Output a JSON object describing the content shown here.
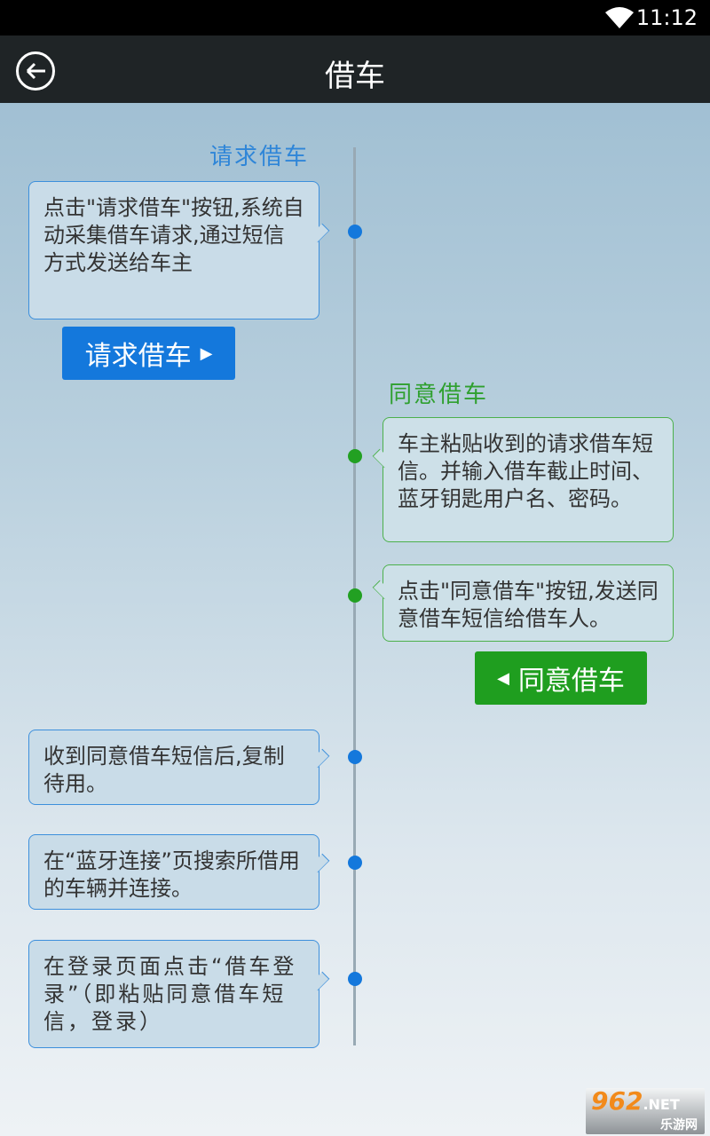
{
  "status": {
    "time": "11:12"
  },
  "title": "借车",
  "timeline": {
    "request_heading": "请求借车",
    "request_text": "点击\"请求借车\"按钮,系统自动采集借车请求,通过短信方式发送给车主",
    "request_button": "请求借车",
    "agree_heading": "同意借车",
    "agree_text1": "车主粘贴收到的请求借车短信。并输入借车截止时间、蓝牙钥匙用户名、密码。",
    "agree_text2": "点击\"同意借车\"按钮,发送同意借车短信给借车人。",
    "agree_button": "同意借车",
    "step3": "收到同意借车短信后,复制待用。",
    "step4": "在“蓝牙连接”页搜索所借用的车辆并连接。",
    "step5": "在登录页面点击“借车登录”（即粘贴同意借车短信，登录）"
  },
  "watermark": {
    "brand": "962",
    "suffix": ".NET",
    "cn": "乐游网"
  },
  "colors": {
    "blue": "#1478dc",
    "green": "#22a022"
  }
}
